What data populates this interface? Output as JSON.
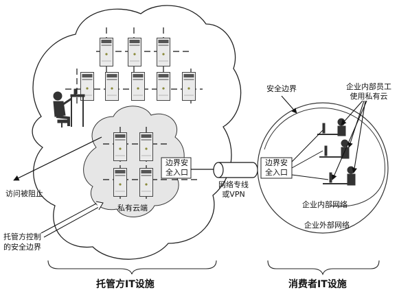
{
  "labels": {
    "security_boundary": "安全边界",
    "employees_line1": "企业内部员工",
    "employees_line2": "使用私有云",
    "access_blocked": "访问被阻止",
    "hoster_boundary_line1": "托管方控制",
    "hoster_boundary_line2": "的安全边界",
    "private_cloud": "私有云端",
    "dedicated_line1": "网络专线",
    "dedicated_line2": "或VPN",
    "internal_network": "企业内部网络",
    "external_network": "企业外部网络",
    "hoster_it": "托管方IT设施",
    "consumer_it": "消费者IT设施"
  },
  "gateways": {
    "left_line1": "边界安",
    "left_line2": "全入口",
    "right_line1": "边界安",
    "right_line2": "全入口"
  },
  "icons": {
    "server": "server-icon",
    "workstation": "workstation-user-icon",
    "tunnel": "vpn-tunnel-icon"
  }
}
